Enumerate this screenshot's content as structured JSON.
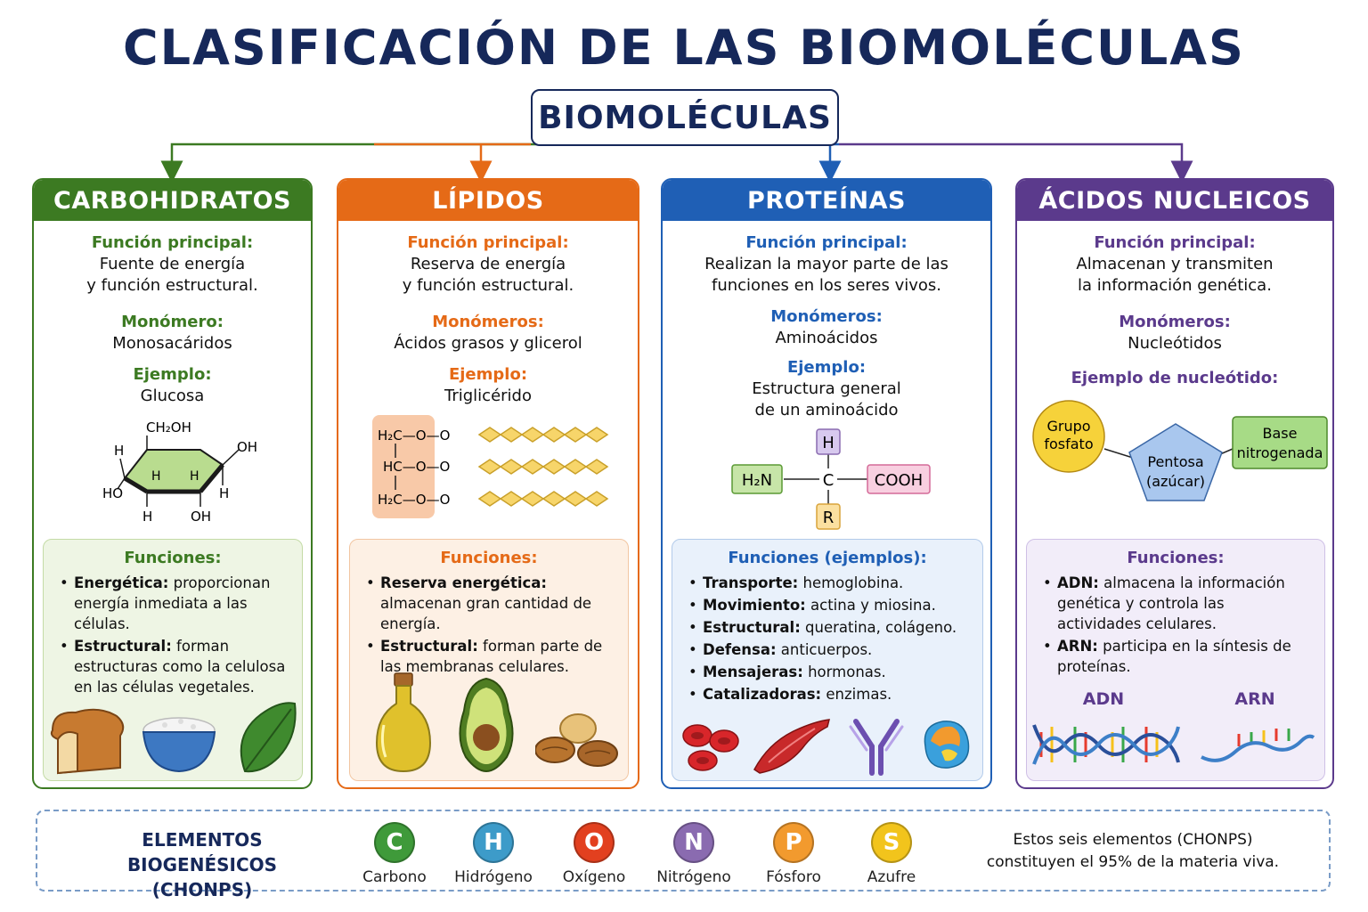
{
  "title": "CLASIFICACIÓN DE LAS BIOMOLÉCULAS",
  "root": "BIOMOLÉCULAS",
  "colors": {
    "carb": "#3c7a22",
    "lip": "#e56a17",
    "prot": "#1f5fb5",
    "nuc": "#5b3a8c",
    "navy": "#16285a"
  },
  "carb": {
    "header": "CARBOHIDRATOS",
    "func_label": "Función principal:",
    "func_line1": "Fuente de energía",
    "func_line2": "y función estructural.",
    "mono_label": "Monómero:",
    "mono_text": "Monosacáridos",
    "ex_label": "Ejemplo:",
    "ex_text": "Glucosa",
    "mol": {
      "ch2oh": "CH₂OH",
      "h": "H",
      "oh": "OH",
      "ho": "HO"
    },
    "functions_title": "Funciones:",
    "functions": [
      {
        "bold": "Energética:",
        "text": " proporcionan energía inmediata a las células."
      },
      {
        "bold": "Estructural:",
        "text": " forman estructuras como la celulosa en las células vegetales."
      }
    ],
    "icons": [
      "bread-icon",
      "rice-bowl-icon",
      "leaf-icon"
    ]
  },
  "lip": {
    "header": "LÍPIDOS",
    "func_label": "Función principal:",
    "func_line1": "Reserva de energía",
    "func_line2": "y función estructural.",
    "mono_label": "Monómeros:",
    "mono_text": "Ácidos grasos y glicerol",
    "ex_label": "Ejemplo:",
    "ex_text": "Triglicérido",
    "mol": {
      "row1": "H₂C—O—O",
      "row2": "HC—O—O",
      "row3": "H₂C—O—O"
    },
    "functions_title": "Funciones:",
    "functions": [
      {
        "bold": "Reserva energética:",
        "text": " almacenan gran cantidad de energía."
      },
      {
        "bold": "Estructural:",
        "text": " forman parte de las membranas celulares."
      }
    ],
    "icons": [
      "oil-bottle-icon",
      "avocado-icon",
      "nuts-icon"
    ]
  },
  "prot": {
    "header": "PROTEÍNAS",
    "func_label": "Función principal:",
    "func_line1": "Realizan la mayor parte de las",
    "func_line2": "funciones en los seres vivos.",
    "mono_label": "Monómeros:",
    "mono_text": "Aminoácidos",
    "ex_label": "Ejemplo:",
    "ex_line1": "Estructura general",
    "ex_line2": "de un aminoácido",
    "mol": {
      "h": "H",
      "c": "C",
      "r": "R",
      "h2n": "H₂N",
      "cooh": "COOH"
    },
    "functions_title": "Funciones (ejemplos):",
    "functions": [
      {
        "bold": "Transporte:",
        "text": " hemoglobina."
      },
      {
        "bold": "Movimiento:",
        "text": " actina y miosina."
      },
      {
        "bold": "Estructural:",
        "text": " queratina, colágeno."
      },
      {
        "bold": "Defensa:",
        "text": " anticuerpos."
      },
      {
        "bold": "Mensajeras:",
        "text": " hormonas."
      },
      {
        "bold": "Catalizadoras:",
        "text": " enzimas."
      }
    ],
    "icons": [
      "red-blood-cells-icon",
      "muscle-icon",
      "antibody-icon",
      "enzyme-icon"
    ]
  },
  "nuc": {
    "header": "ÁCIDOS NUCLEICOS",
    "func_label": "Función principal:",
    "func_line1": "Almacenan y transmiten",
    "func_line2": "la información genética.",
    "mono_label": "Monómeros:",
    "mono_text": "Nucleótidos",
    "ex_label": "Ejemplo de nucleótido:",
    "nucleotide": {
      "phosphate_1": "Grupo",
      "phosphate_2": "fosfato",
      "pentose_1": "Pentosa",
      "pentose_2": "(azúcar)",
      "base_1": "Base",
      "base_2": "nitrogenada"
    },
    "functions_title": "Funciones:",
    "functions": [
      {
        "bold": "ADN:",
        "text": " almacena la información genética y controla las actividades celulares."
      },
      {
        "bold": "ARN:",
        "text": " participa en la síntesis de proteínas."
      }
    ],
    "dna_label": "ADN",
    "rna_label": "ARN"
  },
  "bottom": {
    "title_line1": "ELEMENTOS BIOGENÉSICOS",
    "title_line2": "(CHONPS)",
    "elements": [
      {
        "symbol": "C",
        "name": "Carbono",
        "color": "#3f9a3a"
      },
      {
        "symbol": "H",
        "name": "Hidrógeno",
        "color": "#3d9bc9"
      },
      {
        "symbol": "O",
        "name": "Oxígeno",
        "color": "#e2401f"
      },
      {
        "symbol": "N",
        "name": "Nitrógeno",
        "color": "#8a6bb0"
      },
      {
        "symbol": "P",
        "name": "Fósforo",
        "color": "#f29a2e"
      },
      {
        "symbol": "S",
        "name": "Azufre",
        "color": "#f2c41c"
      }
    ],
    "note_line1": "Estos seis elementos (CHONPS)",
    "note_line2": "constituyen el 95% de la materia viva."
  }
}
